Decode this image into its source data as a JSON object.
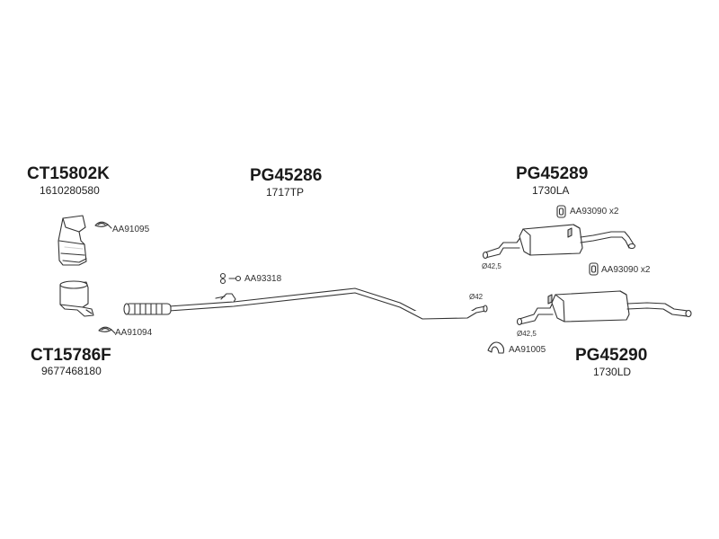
{
  "parts": {
    "ct15802k": {
      "code": "CT15802K",
      "oe": "1610280580"
    },
    "ct15786f": {
      "code": "CT15786F",
      "oe": "9677468180"
    },
    "pg45286": {
      "code": "PG45286",
      "oe": "1717TP"
    },
    "pg45289": {
      "code": "PG45289",
      "oe": "1730LA"
    },
    "pg45290": {
      "code": "PG45290",
      "oe": "1730LD"
    }
  },
  "fittings": {
    "aa91095": "AA91095",
    "aa91094": "AA91094",
    "aa93318": "AA93318",
    "aa93090_top": "AA93090 x2",
    "aa93090_bottom": "AA93090 x2",
    "aa91005": "AA91005"
  },
  "diameters": {
    "mid_pipe_end": "Ø42",
    "rear_top_inlet": "Ø42,5",
    "rear_bottom_inlet": "Ø42,5"
  },
  "colors": {
    "line": "#333333",
    "fill": "#ffffff",
    "shade": "#cfcfcf"
  }
}
